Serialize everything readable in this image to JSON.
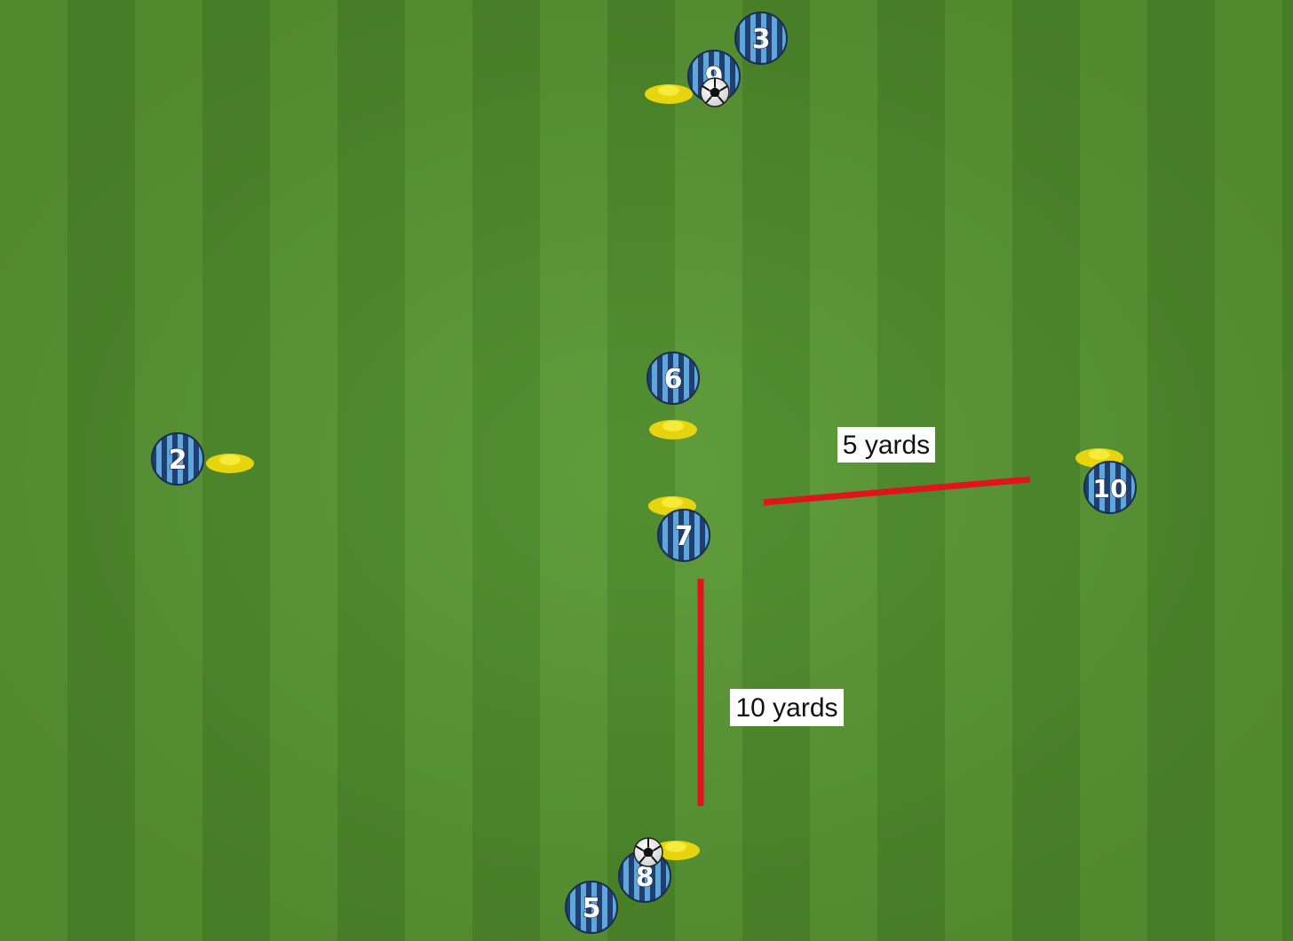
{
  "diagram": {
    "background": "football-pitch-striped-grass",
    "colors": {
      "grass_light": "#5a9834",
      "grass_dark": "#4d8a2a",
      "player_stripe_light": "#5fa6dc",
      "player_stripe_dark": "#1f3f70",
      "cone": "#f2e21a",
      "measure_line": "#e0141c"
    },
    "players": [
      {
        "number": "3"
      },
      {
        "number": "9"
      },
      {
        "number": "6"
      },
      {
        "number": "2"
      },
      {
        "number": "7"
      },
      {
        "number": "10"
      },
      {
        "number": "8"
      },
      {
        "number": "5"
      }
    ],
    "measurements": [
      {
        "label": "5 yards"
      },
      {
        "label": "10 yards"
      }
    ]
  }
}
